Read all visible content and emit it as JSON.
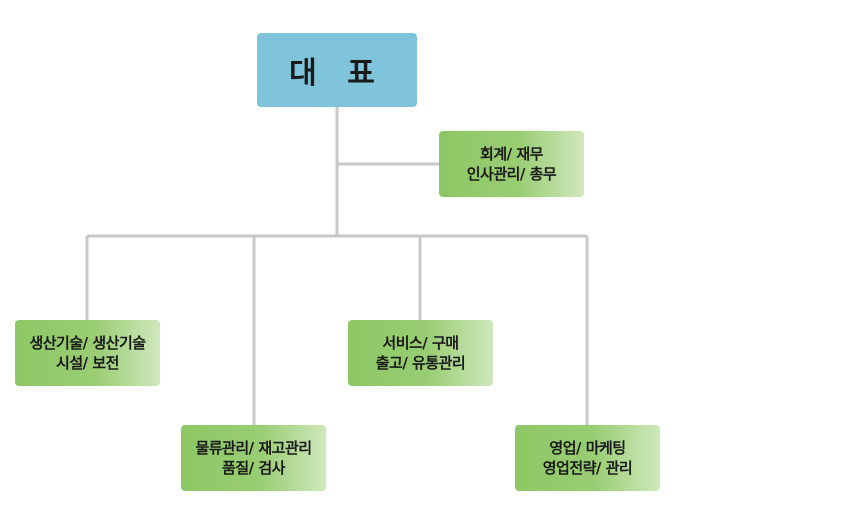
{
  "root": {
    "label": "대 표"
  },
  "staff": {
    "line1": "회계/ 재무",
    "line2": "인사관리/ 총무"
  },
  "departments": [
    {
      "line1": "생산기술/ 생산기술",
      "line2": "시설/ 보전"
    },
    {
      "line1": "물류관리/ 재고관리",
      "line2": "품질/ 검사"
    },
    {
      "line1": "서비스/ 구매",
      "line2": "출고/ 유통관리"
    },
    {
      "line1": "영업/ 마케팅",
      "line2": "영업전략/ 관리"
    }
  ],
  "colors": {
    "root_fill": "#7fc4da",
    "dept_fill": "#8dc865",
    "connector": "#c8c8c8"
  }
}
